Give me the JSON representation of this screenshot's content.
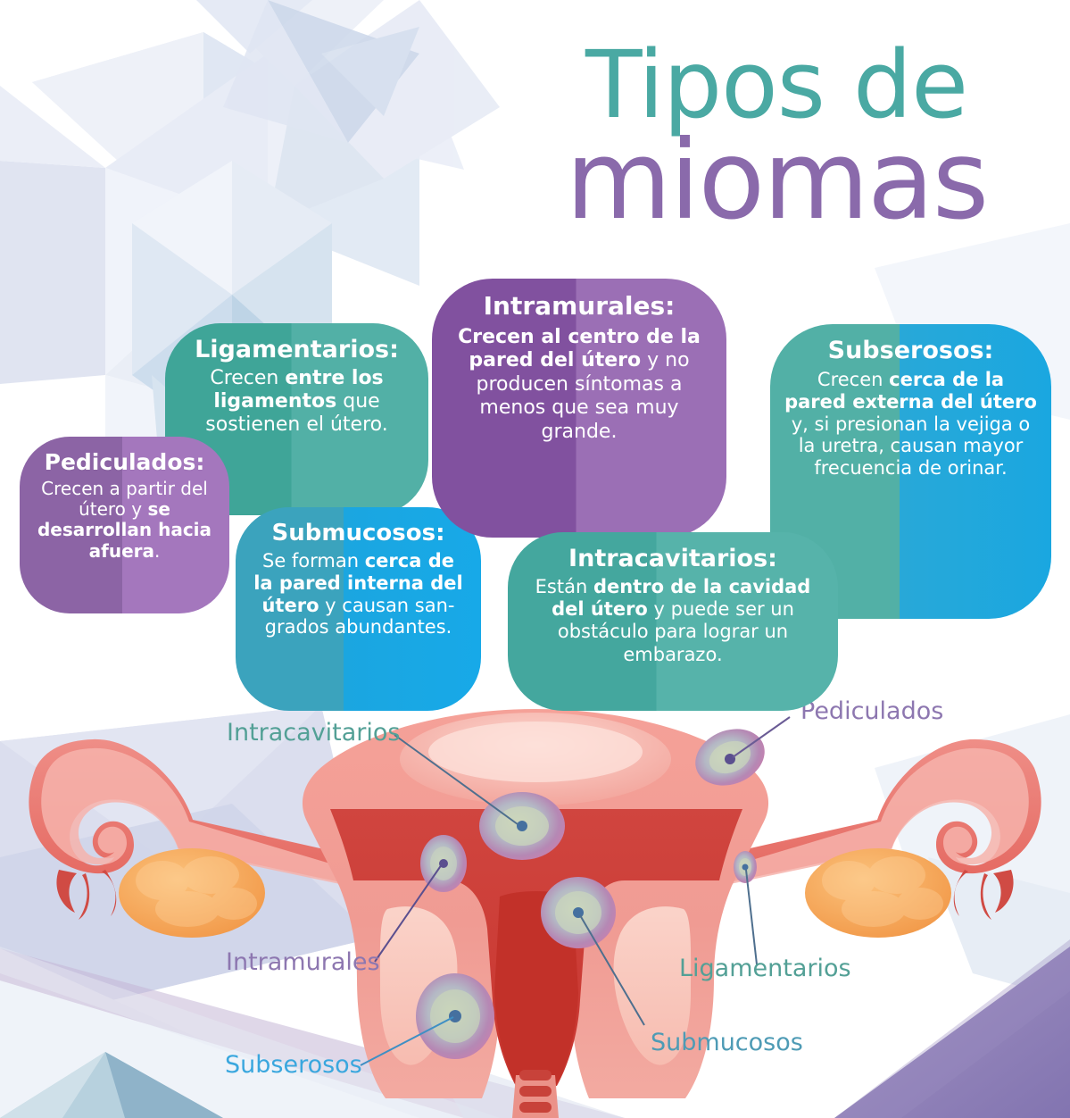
{
  "title": {
    "line1": "Tipos de",
    "line2": "miomas",
    "color_line1": "#4aa9a3",
    "color_line2": "#8a6aab"
  },
  "bubbles": [
    {
      "id": "pediculados",
      "title": "Pediculados:",
      "body_html": "Crecen a partir del útero y <b>se desarrollan hacia afuera</b>.",
      "color": "#8c64a5"
    },
    {
      "id": "ligamentarios",
      "title": "Ligamentarios:",
      "body_html": "Crecen <b>entre los ligamentos</b> que sostienen el útero.",
      "color": "#3fa598"
    },
    {
      "id": "intramurales",
      "title": "Intramurales:",
      "body_html": "<b>Crecen al centro de la pared del útero</b> y no producen síntomas a menos que sea muy grande.",
      "color": "#81519f"
    },
    {
      "id": "subserosos",
      "title": "Subserosos:",
      "body_html": "Crecen <b>cerca de la pared externa del útero</b> y, si presionan la vejiga o la uretra, causan mayor frecuencia de orinar.",
      "color": "#52b0a6"
    },
    {
      "id": "submucosos",
      "title": "Submucosos:",
      "body_html": "Se forman <b>cerca de la pared interna del útero</b> y causan san-grados abundantes.",
      "color": "#1ba6e0"
    },
    {
      "id": "intracavitarios",
      "title": "Intracavitarios:",
      "body_html": "Están <b>dentro de la cavidad del útero</b> y puede ser un obstáculo para lograr un embarazo.",
      "color": "#44a79e"
    }
  ],
  "diagram": {
    "labels": [
      {
        "id": "intracavitarios",
        "text": "Intracavitarios",
        "color": "#53a096"
      },
      {
        "id": "pediculados",
        "text": "Pediculados",
        "color": "#8d77b0"
      },
      {
        "id": "intramurales",
        "text": "Intramurales",
        "color": "#8d77b0"
      },
      {
        "id": "ligamentarios",
        "text": "Ligamentarios",
        "color": "#53a096"
      },
      {
        "id": "submucosos",
        "text": "Submucosos",
        "color": "#4e9bb5"
      },
      {
        "id": "subserosos",
        "text": "Subserosos",
        "color": "#3aa7de"
      }
    ],
    "anatomy_parts": [
      "uterus",
      "fallopian-tube-left",
      "fallopian-tube-right",
      "ovary-left",
      "ovary-right",
      "cervix",
      "endometrial-cavity"
    ],
    "fibroid_colors": {
      "rim": "#c279ad",
      "core": "#b9c9b0",
      "dot": "#4a6fa0"
    }
  },
  "background": {
    "pattern": "low-poly-geometric",
    "tints": [
      "#e8ecf6",
      "#dfe8f2",
      "#cfdcec",
      "#b9cfe2",
      "#a7c6dd"
    ],
    "corner_purple": "#8d7bb6",
    "corner_lavender": "#c7b8d8"
  }
}
